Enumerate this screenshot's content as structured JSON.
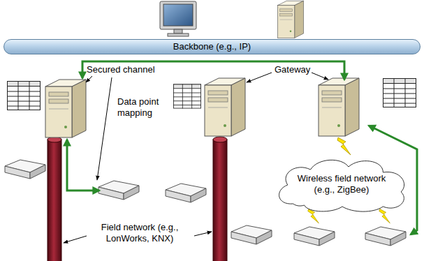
{
  "diagram": {
    "nodes": [
      {
        "text": [
          "Backbone (e.g., IP)"
        ]
      },
      {
        "text": [
          "Wireless field network (e.g., ZigBee)"
        ]
      }
    ],
    "labels": [
      "Secured channel",
      "Gateway",
      "Data point mapping",
      "Field network (e.g., LonWorks, KNX)"
    ]
  }
}
